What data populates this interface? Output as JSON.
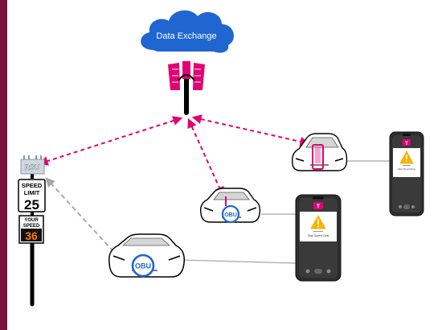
{
  "cloud": {
    "label": "Data Exchange"
  },
  "rsu": {
    "label": "RSU"
  },
  "speed_sign": {
    "line1": "SPEED",
    "line2": "LIMIT",
    "value": "25"
  },
  "speed_display": {
    "line1": "YOUR",
    "line2": "SPEED",
    "value": "36"
  },
  "vehicles": {
    "obu_label": "OBU"
  },
  "phones": {
    "brand_mark": "T",
    "alert_text": "Slow Speed Zone"
  },
  "colors": {
    "accent_pink": "#e20074",
    "cloud_blue": "#1f66d0",
    "sidebar": "#7a0f3a",
    "dash_gray": "#a8a8a8",
    "display_orange": "#ff7a00",
    "alert_yellow": "#f5b400"
  },
  "icons": [
    "cloud-icon",
    "cell-tower-icon",
    "rsu-icon",
    "speed-limit-sign",
    "speed-display",
    "car-icon",
    "phone-icon",
    "warning-icon"
  ]
}
